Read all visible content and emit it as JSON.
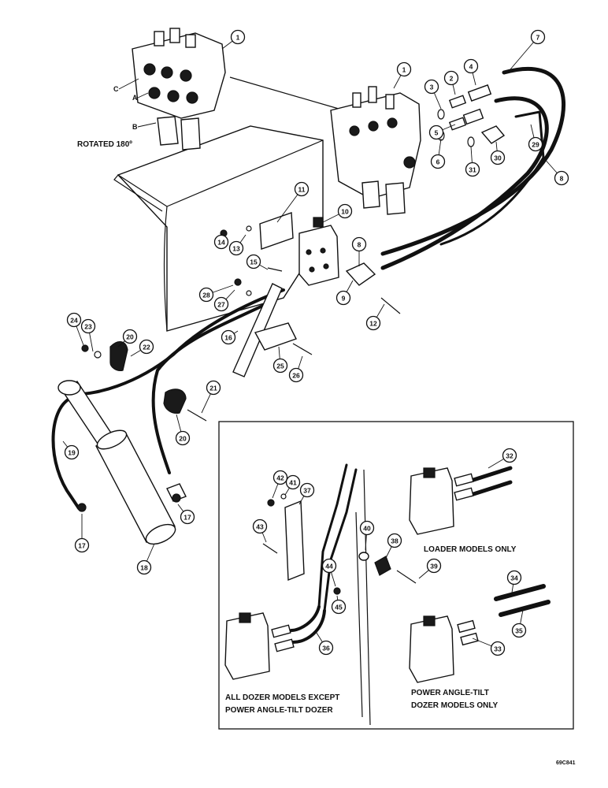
{
  "labels": {
    "rotated": "ROTATED 180º",
    "port_c": "C",
    "port_a": "A",
    "port_b": "B",
    "loader_only": "LOADER MODELS ONLY",
    "angle_tilt_1": "POWER ANGLE-TILT",
    "angle_tilt_2": "DOZER MODELS ONLY",
    "all_dozer_1": "ALL DOZER MODELS EXCEPT",
    "all_dozer_2": "POWER ANGLE-TILT DOZER",
    "figure_code": "69C841"
  },
  "callouts": [
    {
      "n": "1"
    },
    {
      "n": "1"
    },
    {
      "n": "2"
    },
    {
      "n": "3"
    },
    {
      "n": "4"
    },
    {
      "n": "5"
    },
    {
      "n": "6"
    },
    {
      "n": "7"
    },
    {
      "n": "8"
    },
    {
      "n": "8"
    },
    {
      "n": "9"
    },
    {
      "n": "10"
    },
    {
      "n": "11"
    },
    {
      "n": "12"
    },
    {
      "n": "13"
    },
    {
      "n": "14"
    },
    {
      "n": "15"
    },
    {
      "n": "16"
    },
    {
      "n": "17"
    },
    {
      "n": "17"
    },
    {
      "n": "18"
    },
    {
      "n": "19"
    },
    {
      "n": "20"
    },
    {
      "n": "20"
    },
    {
      "n": "21"
    },
    {
      "n": "22"
    },
    {
      "n": "23"
    },
    {
      "n": "24"
    },
    {
      "n": "25"
    },
    {
      "n": "26"
    },
    {
      "n": "27"
    },
    {
      "n": "28"
    },
    {
      "n": "29"
    },
    {
      "n": "30"
    },
    {
      "n": "31"
    },
    {
      "n": "32"
    },
    {
      "n": "33"
    },
    {
      "n": "34"
    },
    {
      "n": "35"
    },
    {
      "n": "36"
    },
    {
      "n": "37"
    },
    {
      "n": "38"
    },
    {
      "n": "39"
    },
    {
      "n": "40"
    },
    {
      "n": "41"
    },
    {
      "n": "42"
    },
    {
      "n": "43"
    },
    {
      "n": "44"
    },
    {
      "n": "45"
    }
  ]
}
